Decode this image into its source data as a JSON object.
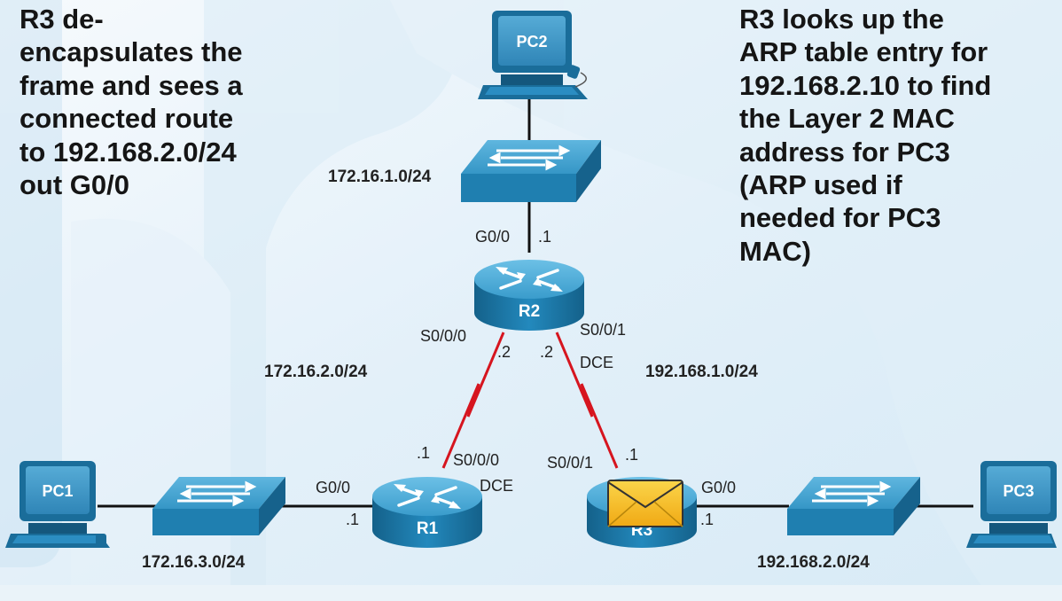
{
  "callouts": {
    "left": [
      "R3 de-",
      "encapsulates the",
      "frame and sees a",
      "connected route",
      "to 192.168.2.0/24",
      "out G0/0"
    ],
    "right": [
      "R3 looks up the",
      "ARP table entry for",
      "192.168.2.10 to find",
      "the Layer 2 MAC",
      "address for PC3",
      "(ARP used if",
      "needed for PC3",
      "MAC)"
    ]
  },
  "devices": {
    "pc1": "PC1",
    "pc2": "PC2",
    "pc3": "PC3",
    "r1": "R1",
    "r2": "R2",
    "r3": "R3"
  },
  "networks": {
    "lan_r2": "172.16.1.0/24",
    "wan_r1_r2": "172.16.2.0/24",
    "wan_r2_r3": "192.168.1.0/24",
    "lan_r1": "172.16.3.0/24",
    "lan_r3": "192.168.2.0/24"
  },
  "interfaces": {
    "r2_g00": "G0/0",
    "r2_g00_host": ".1",
    "r2_s000": "S0/0/0",
    "r2_s000_host": ".2",
    "r2_s001": "S0/0/1",
    "r2_s001_host": ".2",
    "r2_s001_dce": "DCE",
    "r1_g00": "G0/0",
    "r1_g00_host": ".1",
    "r1_s000": "S0/0/0",
    "r1_s000_host": ".1",
    "r1_s000_dce": "DCE",
    "r3_s001": "S0/0/1",
    "r3_s001_host": ".1",
    "r3_g00": "G0/0",
    "r3_g00_host": ".1"
  },
  "colors": {
    "bg_light": "#f2f8fc",
    "bg_dark": "#cfe6f5",
    "device_blue": "#1f7fb0",
    "device_top": "#5cb3dc",
    "serial_link": "#d6151f",
    "ethernet_link": "#111111",
    "envelope": "#f7c41d"
  },
  "icons": {
    "envelope": "envelope-icon"
  }
}
